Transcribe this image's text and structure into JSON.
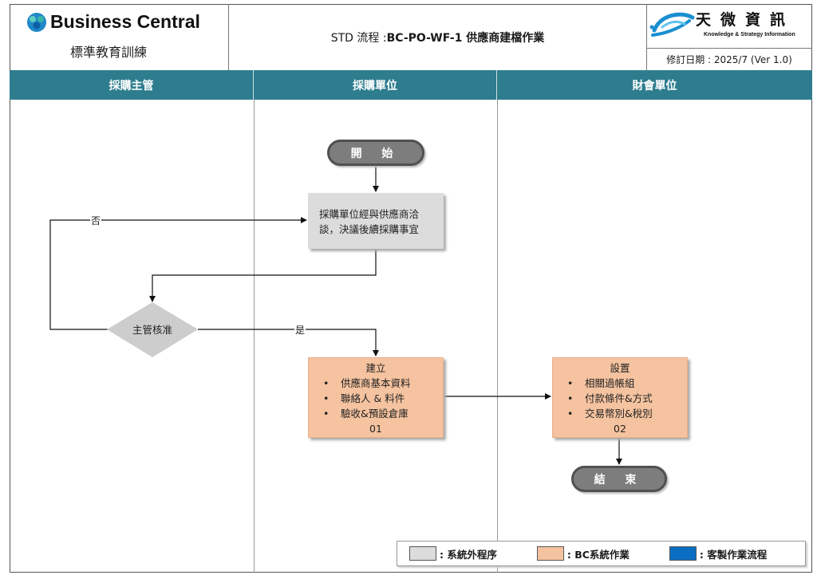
{
  "header": {
    "brand": "Business Central",
    "subtitle": "標準教育訓練",
    "title_prefix": "STD 流程 : ",
    "title_main": "BC-PO-WF-1 供應商建檔作業",
    "logo_cn": "天微資訊",
    "logo_en": "Knowledge & Strategy Information",
    "revision": "修訂日期 : 2025/7  (Ver 1.0)"
  },
  "lanes": [
    "採購主管",
    "採購單位",
    "財會單位"
  ],
  "nodes": {
    "start": "開 始",
    "negotiate": "採購單位經與供應商洽談，決議後續採購事宜",
    "decision": "主管核准",
    "create_title": "建立",
    "create_items": [
      "供應商基本資料",
      "聯絡人 & 料件",
      "驗收&預設倉庫"
    ],
    "create_code": "01",
    "setup_title": "設置",
    "setup_items": [
      "相關過帳組",
      "付款條件&方式",
      "交易幣別&稅別"
    ],
    "setup_code": "02",
    "end": "結 束"
  },
  "edges": {
    "no": "否",
    "yes": "是"
  },
  "legend": [
    {
      "label": ": 系統外程序",
      "color": "#dcdcdc"
    },
    {
      "label": ": BC系統作業",
      "color": "#f5c3a0"
    },
    {
      "label": ": 客製作業流程",
      "color": "#0a6fc2"
    }
  ]
}
